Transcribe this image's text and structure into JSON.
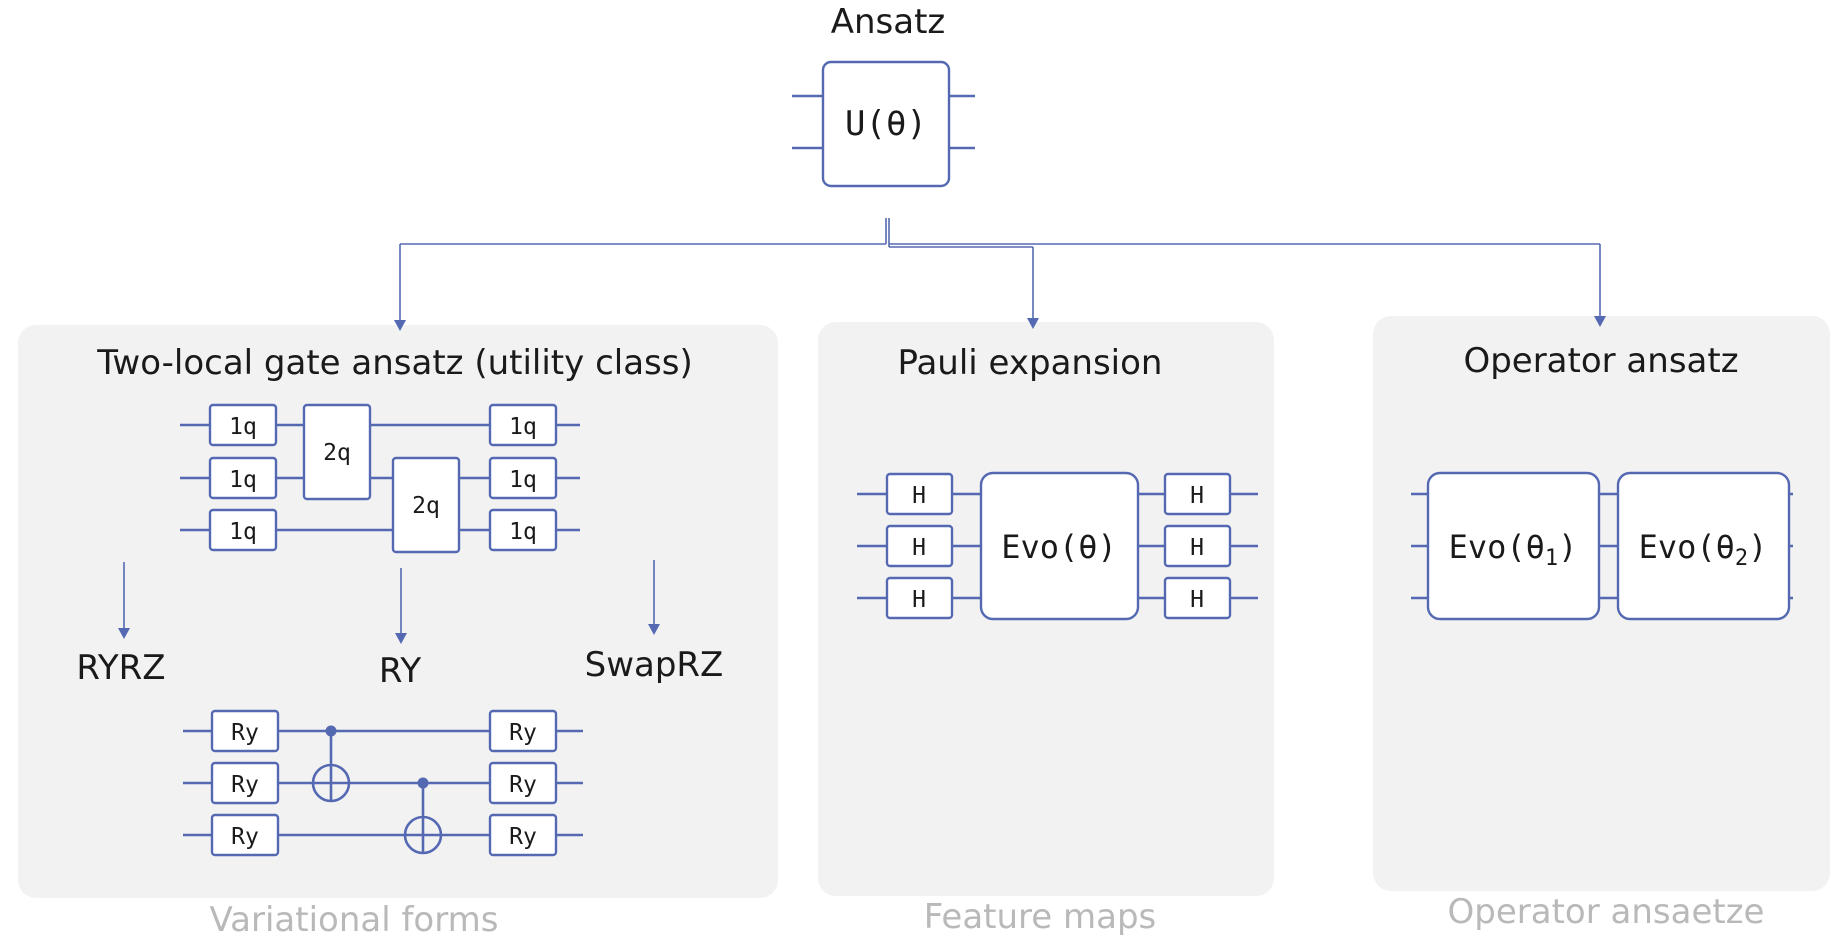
{
  "top": {
    "title": "Ansatz",
    "gate_label": "U(θ)"
  },
  "panels": {
    "two_local": {
      "title": "Two-local gate ansatz (utility class)",
      "gate_1q": "1q",
      "gate_2q": "2q",
      "variants": [
        "RYRZ",
        "RY",
        "SwapRZ"
      ],
      "gate_ry": "Ry",
      "caption": "Variational forms"
    },
    "pauli": {
      "title": "Pauli expansion",
      "gate_h": "H",
      "evo_label": "Evo(θ)",
      "caption": "Feature maps"
    },
    "operator": {
      "title": "Operator ansatz",
      "evo1_main": "Evo(θ",
      "evo1_sub": "1",
      "evo2_main": "Evo(θ",
      "evo2_sub": "2",
      "close": ")",
      "caption": "Operator ansaetze"
    }
  },
  "colors": {
    "circuit": "#5569b3",
    "panel_bg": "#f2f2f2",
    "caption": "#b9b9b9"
  }
}
